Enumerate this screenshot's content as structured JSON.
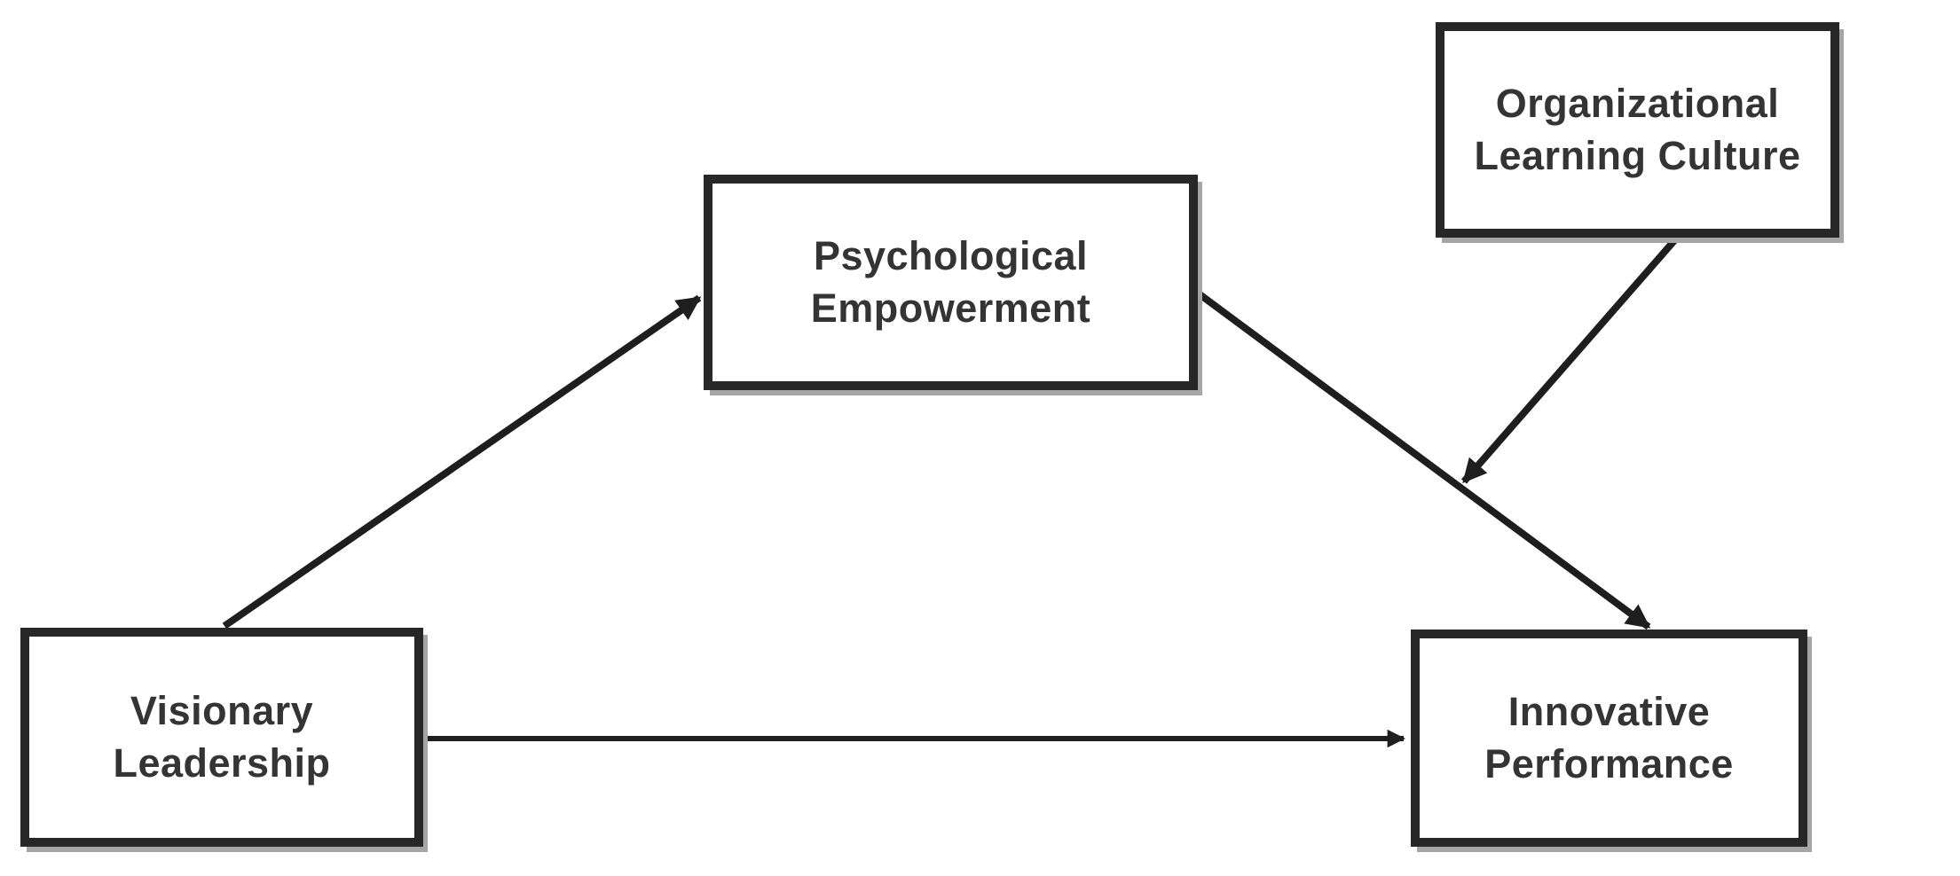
{
  "nodes": {
    "visionary_leadership": {
      "line1": "Visionary",
      "line2": "Leadership"
    },
    "psychological_empowerment": {
      "line1": "Psychological",
      "line2": "Empowerment"
    },
    "organizational_learning_culture": {
      "line1": "Organizational",
      "line2": "Learning Culture"
    },
    "innovative_performance": {
      "line1": "Innovative",
      "line2": "Performance"
    }
  },
  "edges": [
    {
      "from": "visionary_leadership",
      "to": "psychological_empowerment",
      "type": "direct-arrow"
    },
    {
      "from": "visionary_leadership",
      "to": "innovative_performance",
      "type": "direct-arrow"
    },
    {
      "from": "psychological_empowerment",
      "to": "innovative_performance",
      "type": "direct-arrow"
    },
    {
      "from": "organizational_learning_culture",
      "to": "psychological_empowerment_to_innovative_performance_path",
      "type": "moderation-arrow"
    }
  ],
  "colors": {
    "background": "#ffffff",
    "box_border": "#272727",
    "box_fill": "#ffffff",
    "box_shadow": "#a5a5a5",
    "text": "#343434",
    "arrow": "#1e1e1e"
  }
}
